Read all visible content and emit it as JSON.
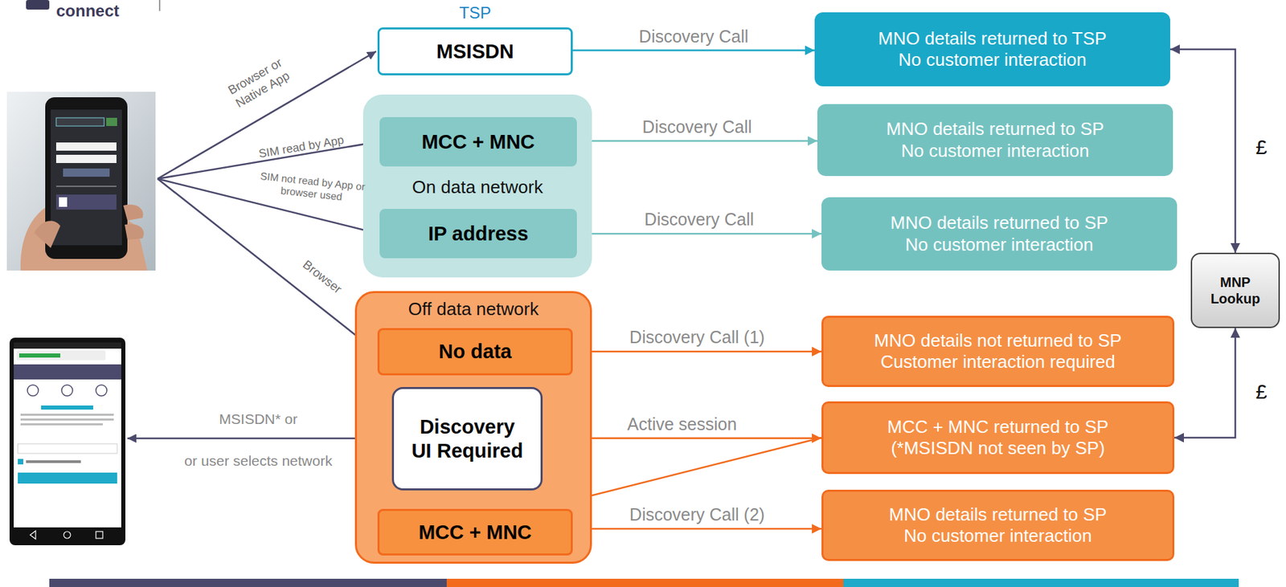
{
  "diagram": {
    "nodes": [
      {
        "text": [
          "TSP",
          "MSISDN"
        ]
      },
      {
        "text": [
          "On data network"
        ]
      },
      {
        "text": [
          "MCC + MNC"
        ],
        "in": 1
      },
      {
        "text": [
          "IP address"
        ],
        "in": 1
      },
      {
        "text": [
          "Off data network"
        ]
      },
      {
        "text": [
          "No data"
        ],
        "in": 4
      },
      {
        "text": [
          "Discovery UI Required"
        ],
        "in": 4
      },
      {
        "text": [
          "MCC + MNC"
        ],
        "in": 4
      },
      {
        "text": [
          "MNO details returned to TSP",
          "No customer interaction"
        ]
      },
      {
        "text": [
          "MNO details returned to SP",
          "No customer interaction"
        ]
      },
      {
        "text": [
          "MNO details returned to SP",
          "No customer interaction"
        ]
      },
      {
        "text": [
          "MNO details not returned to SP",
          "Customer interaction required"
        ]
      },
      {
        "text": [
          "MCC + MNC returned to SP",
          "(*MSISDN not seen by SP)"
        ]
      },
      {
        "text": [
          "MNO details returned to SP",
          "No customer interaction"
        ]
      },
      {
        "text": [
          "MNP Lookup"
        ]
      }
    ],
    "edges": [
      {
        "from": 0,
        "to": 8,
        "label": "Discovery Call",
        "arrow": "to"
      },
      {
        "from": 2,
        "to": 9,
        "label": "Discovery Call",
        "arrow": "to"
      },
      {
        "from": 3,
        "to": 10,
        "label": "Discovery Call",
        "arrow": "to"
      },
      {
        "from": 5,
        "to": 11,
        "label": "Discovery Call (1)",
        "arrow": "to"
      },
      {
        "from": 12,
        "to": 6,
        "label": "Active session",
        "arrow": "both"
      },
      {
        "from": 12,
        "to": 7,
        "arrow": "to"
      },
      {
        "from": 7,
        "to": 13,
        "label": "Discovery Call (2)",
        "arrow": "to"
      },
      {
        "from": 14,
        "to": 8,
        "arrow": "both"
      },
      {
        "from": 14,
        "to": 12,
        "arrow": "both"
      }
    ],
    "labels": [
      "connect",
      "Browser or Native App",
      "SIM read by App",
      "SIM not read by App or browser used",
      "Browser",
      "MSISDN* or",
      "or user selects network",
      "£",
      "£"
    ]
  }
}
